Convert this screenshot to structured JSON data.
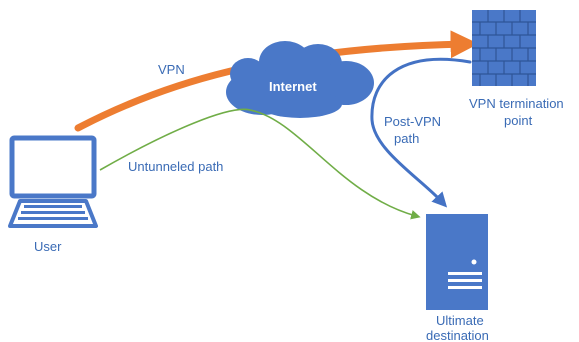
{
  "labels": {
    "vpn": "VPN",
    "internet": "Internet",
    "vpn_termination_line1": "VPN termination",
    "vpn_termination_line2": "point",
    "post_vpn_line1": "Post-VPN",
    "post_vpn_line2": "path",
    "untunneled": "Untunneled path",
    "user": "User",
    "ultimate_line1": "Ultimate",
    "ultimate_line2": "destination"
  },
  "colors": {
    "vpn_path": "#ED7D31",
    "untunneled_path": "#70AD47",
    "post_vpn_path": "#4472C4",
    "node_blue": "#4A78C8",
    "label_blue": "#3A6BB5",
    "cloud_text": "#ffffff"
  },
  "icons": {
    "user": "laptop-icon",
    "internet": "cloud-icon",
    "vpn_termination": "firewall-brick-wall-icon",
    "destination": "server-icon"
  }
}
